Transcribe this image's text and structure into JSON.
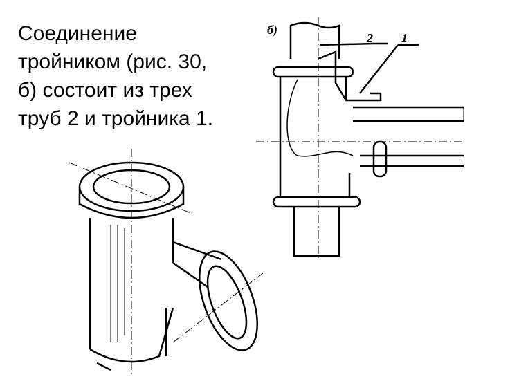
{
  "slide": {
    "text_lines": [
      "Соединение",
      "тройником (рис. 30,",
      "б) состоит из трех",
      "труб 2 и тройника 1."
    ]
  },
  "figure_right": {
    "label": "б)",
    "callouts": [
      "2",
      "1"
    ]
  }
}
